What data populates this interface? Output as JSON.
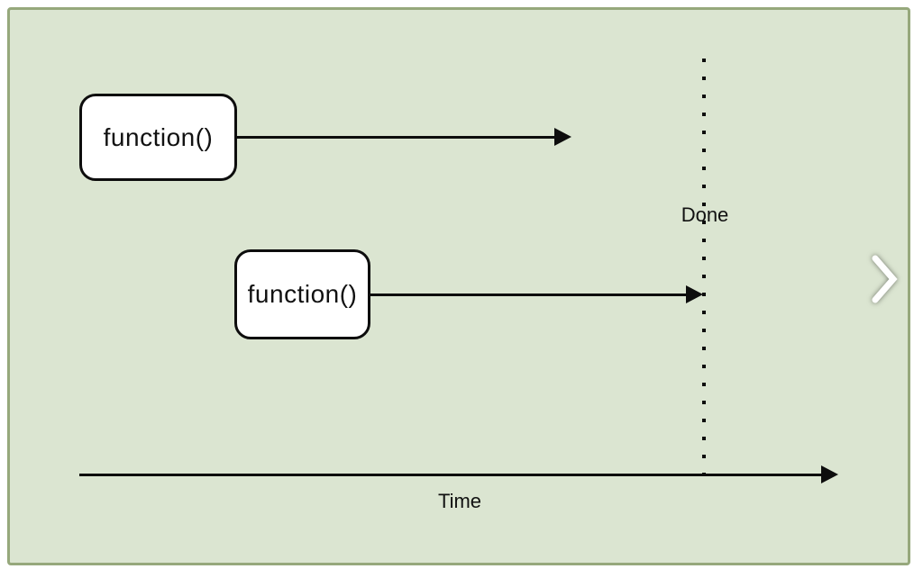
{
  "canvas": {
    "fill_color": "#dbe5d1",
    "border_color": "#96a87c",
    "stroke_color": "#0d0d0d",
    "node_fill_color": "#ffffff"
  },
  "nodes": [
    {
      "label": "function()"
    },
    {
      "label": "function()"
    }
  ],
  "labels": {
    "done": "Done",
    "time": "Time"
  },
  "nav": {
    "next_icon": "chevron-right"
  }
}
